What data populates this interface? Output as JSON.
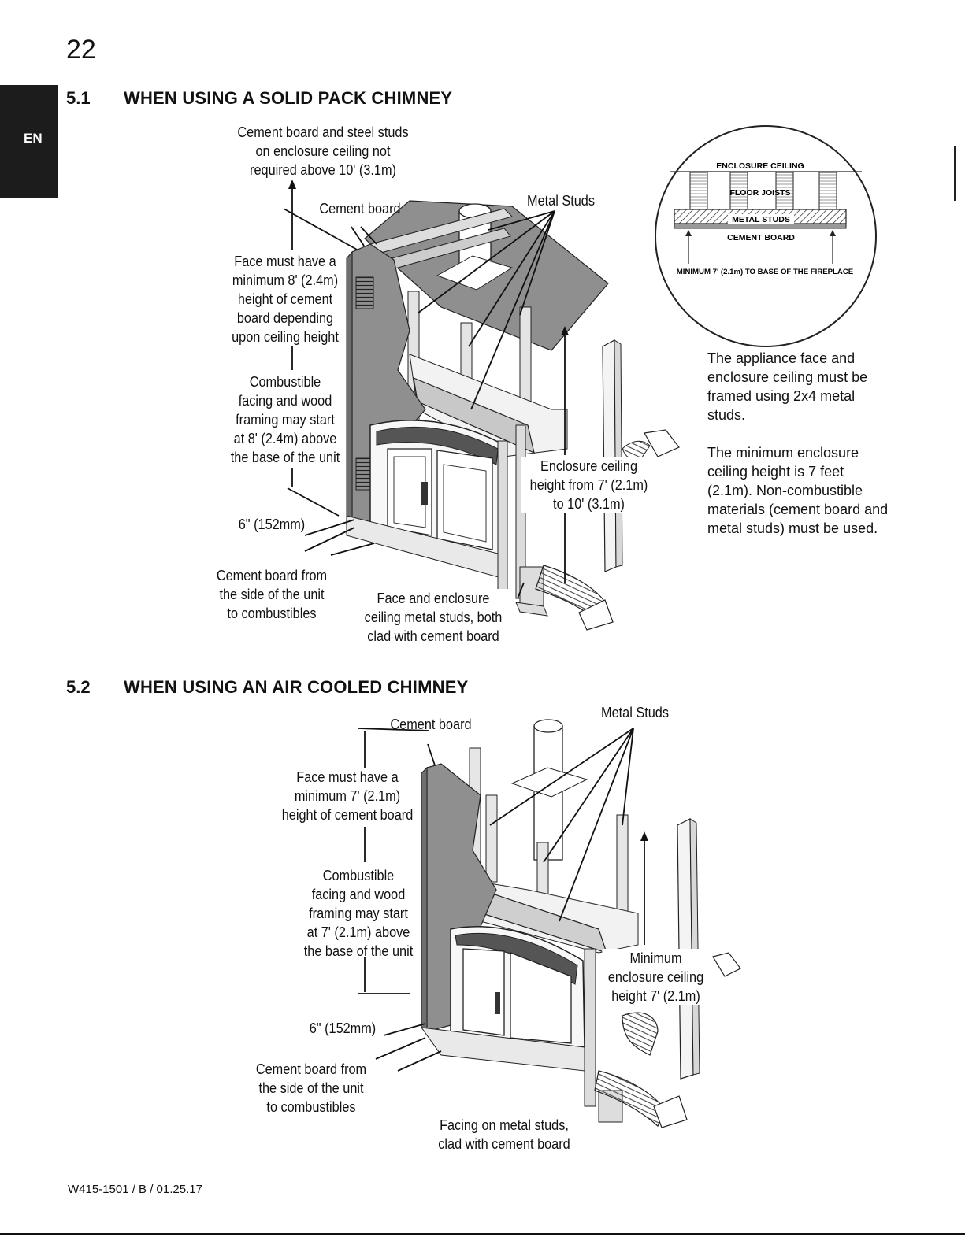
{
  "page": {
    "number": "22",
    "language_tab": "EN",
    "footer": "W415-1501 / B / 01.25.17"
  },
  "section1": {
    "number": "5.1",
    "title": "WHEN USING A SOLID PACK CHIMNEY",
    "labels": {
      "ceiling_note": [
        "Cement board and steel studs",
        "on enclosure ceiling not",
        "required above 10' (3.1m)"
      ],
      "cement_board": "Cement board",
      "metal_studs": "Metal Studs",
      "face_min": [
        "Face must have a",
        "minimum 8' (2.4m)",
        "height of cement",
        "board depending",
        "upon ceiling height"
      ],
      "combustible": [
        "Combustible",
        "facing and wood",
        "framing may start",
        "at 8' (2.4m) above",
        "the base of the unit"
      ],
      "enclosure_height": [
        "Enclosure ceiling",
        "height from 7' (2.1m)",
        "to 10' (3.1m)"
      ],
      "six_inch": "6\" (152mm)",
      "side_board": [
        "Cement board from",
        "the side of the unit",
        "to combustibles"
      ],
      "face_studs": [
        "Face and enclosure",
        "ceiling metal studs, both",
        "clad with cement board"
      ]
    },
    "inset": {
      "enclosure_ceiling": "ENCLOSURE CEILING",
      "floor_joists": "FLOOR JOISTS",
      "metal_studs": "METAL STUDS",
      "cement_board": "CEMENT BOARD",
      "minimum": "MINIMUM 7' (2.1m) TO BASE OF THE FIREPLACE"
    },
    "notes": [
      "The appliance face and enclosure ceiling must be framed using 2x4 metal studs.",
      "The minimum enclosure ceiling height is 7 feet (2.1m). Non-combustible materials (cement board and metal studs) must be used."
    ]
  },
  "section2": {
    "number": "5.2",
    "title": "WHEN USING AN AIR COOLED CHIMNEY",
    "labels": {
      "cement_board": "Cement board",
      "metal_studs": "Metal Studs",
      "face_min": [
        "Face must have a",
        "minimum 7' (2.1m)",
        "height of cement board"
      ],
      "combustible": [
        "Combustible",
        "facing and wood",
        "framing may start",
        "at 7' (2.1m) above",
        "the base of the unit"
      ],
      "min_height": [
        "Minimum",
        "enclosure ceiling",
        "height 7' (2.1m)"
      ],
      "six_inch": "6\" (152mm)",
      "side_board": [
        "Cement board from",
        "the side of the unit",
        "to combustibles"
      ],
      "facing_studs": [
        "Facing on metal studs,",
        "clad with cement board"
      ]
    }
  },
  "colors": {
    "cement_board": "#8f8f8f",
    "cement_board_dark": "#6f6f6f",
    "line": "#111111",
    "tab": "#1c1c1c"
  }
}
